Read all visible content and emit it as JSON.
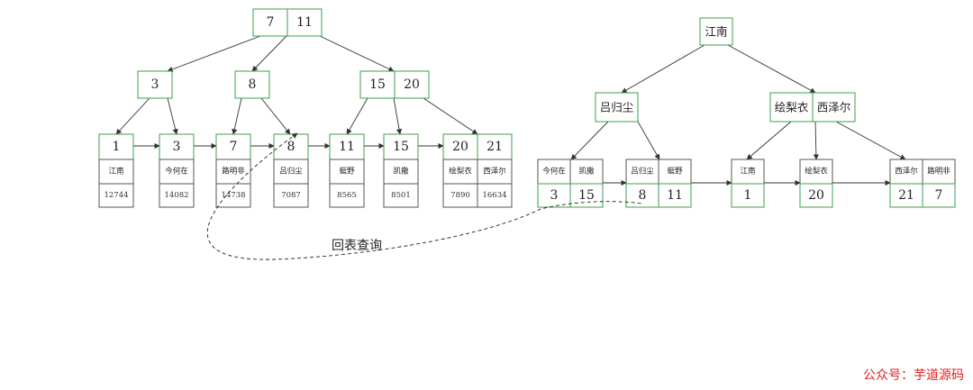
{
  "colors": {
    "node_border": "#3ca04a",
    "row_border": "#555555",
    "edge": "#333333"
  },
  "clustered_tree": {
    "root": [
      "7",
      "11"
    ],
    "internal": [
      [
        "3"
      ],
      [
        "8"
      ],
      [
        "15",
        "20"
      ]
    ],
    "leaves": [
      {
        "keys": [
          "1"
        ],
        "names": [
          "江南"
        ],
        "values": [
          "12744"
        ]
      },
      {
        "keys": [
          "3"
        ],
        "names": [
          "今何在"
        ],
        "values": [
          "14082"
        ]
      },
      {
        "keys": [
          "7"
        ],
        "names": [
          "路明非"
        ],
        "values": [
          "14738"
        ]
      },
      {
        "keys": [
          "8"
        ],
        "names": [
          "吕归尘"
        ],
        "values": [
          "7087"
        ]
      },
      {
        "keys": [
          "11"
        ],
        "names": [
          "蜓野"
        ],
        "values": [
          "8565"
        ]
      },
      {
        "keys": [
          "15"
        ],
        "names": [
          "凯撒"
        ],
        "values": [
          "8501"
        ]
      },
      {
        "keys": [
          "20",
          "21"
        ],
        "names": [
          "绘梨衣",
          "西泽尔"
        ],
        "values": [
          "7890",
          "16634"
        ]
      }
    ]
  },
  "secondary_tree": {
    "root": [
      "江南"
    ],
    "internal": [
      [
        "吕归尘"
      ],
      [
        "绘梨衣",
        "西泽尔"
      ]
    ],
    "leaves": [
      {
        "names": [
          "今何在",
          "凯撒"
        ],
        "ids": [
          "3",
          "15"
        ]
      },
      {
        "names": [
          "吕归尘",
          "蜓野"
        ],
        "ids": [
          "8",
          "11"
        ]
      },
      {
        "names": [
          "江南"
        ],
        "ids": [
          "1"
        ]
      },
      {
        "names": [
          "绘梨衣"
        ],
        "ids": [
          "20"
        ]
      },
      {
        "names": [
          "西泽尔",
          "路明非"
        ],
        "ids": [
          "21",
          "7"
        ]
      }
    ]
  },
  "annotation": {
    "lookup_label": "回表查询"
  },
  "watermark": "公众号：芋道源码"
}
